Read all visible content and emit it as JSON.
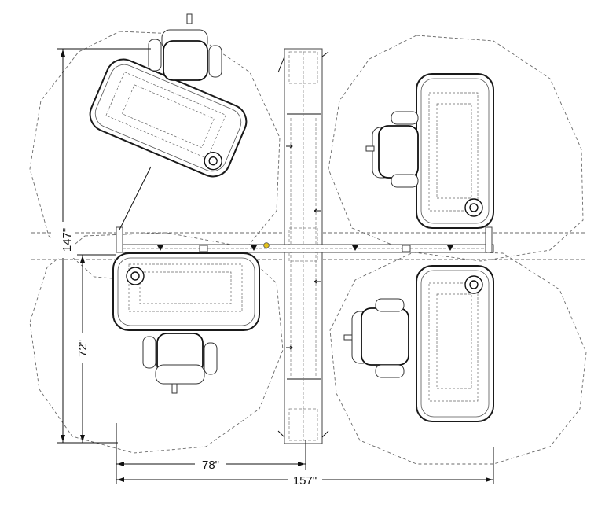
{
  "dimensions": {
    "overall_height": "147\"",
    "desk_depth": "72\"",
    "half_width": "78\"",
    "overall_width": "157\""
  },
  "colors": {
    "line": "#1a1a1a",
    "zone": "#6a6a6a",
    "accent_dot": "#e3c21b"
  }
}
